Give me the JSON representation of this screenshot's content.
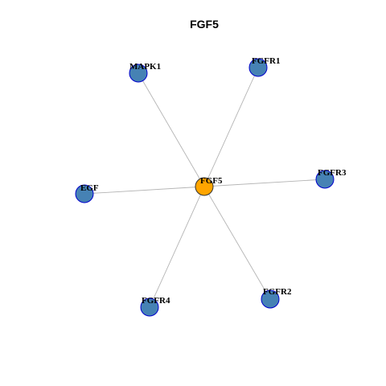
{
  "title": "FGF5",
  "colors": {
    "center_fill": "#FFA500",
    "center_stroke": "#333333",
    "neighbor_fill": "#4682B4",
    "neighbor_stroke": "#0000CD",
    "edge": "#B4B4B4"
  },
  "center": {
    "id": "FGF5",
    "label": "FGF5"
  },
  "neighbors": [
    {
      "id": "MAPK1",
      "label": "MAPK1"
    },
    {
      "id": "FGFR1",
      "label": "FGFR1"
    },
    {
      "id": "FGFR3",
      "label": "FGFR3"
    },
    {
      "id": "EGF",
      "label": "EGF"
    },
    {
      "id": "FGFR4",
      "label": "FGFR4"
    },
    {
      "id": "FGFR2",
      "label": "FGFR2"
    }
  ],
  "edges": [
    {
      "source": "FGF5",
      "target": "MAPK1"
    },
    {
      "source": "FGF5",
      "target": "FGFR1"
    },
    {
      "source": "FGF5",
      "target": "FGFR3"
    },
    {
      "source": "FGF5",
      "target": "EGF"
    },
    {
      "source": "FGF5",
      "target": "FGFR4"
    },
    {
      "source": "FGF5",
      "target": "FGFR2"
    }
  ]
}
